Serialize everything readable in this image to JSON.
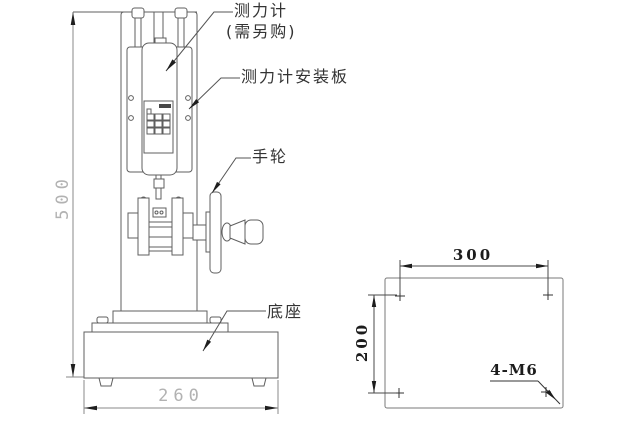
{
  "drawing_title": "force-gauge-test-stand-technical-drawing",
  "figure_left": {
    "labels": {
      "force_gauge": "测力计",
      "force_gauge_note": "(需另购)",
      "mounting_plate": "测力计安装板",
      "handwheel": "手轮",
      "base": "底座"
    },
    "dimensions": {
      "stand_height": "500",
      "base_width": "260"
    }
  },
  "figure_right": {
    "dimensions": {
      "hole_span_width": "300",
      "hole_span_depth": "200",
      "holes_label": "4-M6"
    }
  },
  "colors": {
    "line": "#5f5f5f",
    "dim_line": "#8a8a8a",
    "dim_text_light": "#b2b2b2",
    "dim_text_dark": "#1c1c1c",
    "label_text": "#333333",
    "arrow_fill": "#1e1e1e",
    "display_bar": "#474747"
  }
}
